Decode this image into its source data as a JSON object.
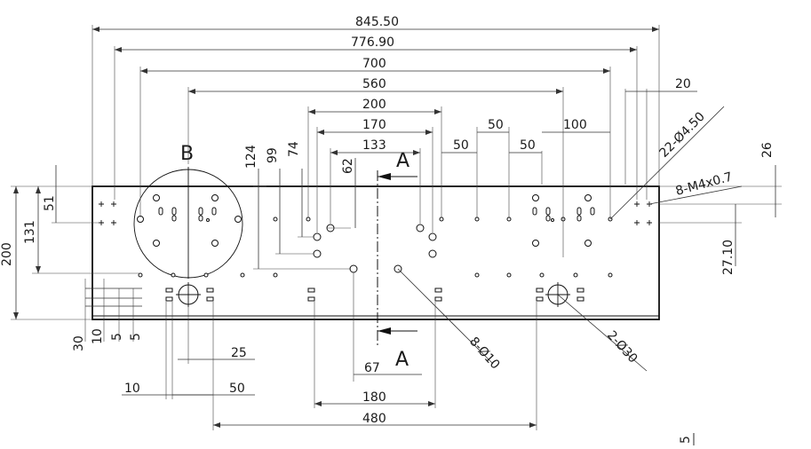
{
  "dimensions": {
    "d845": "845.50",
    "d776": "776.90",
    "d700": "700",
    "d560": "560",
    "d200": "200",
    "d170": "170",
    "d133": "133",
    "d50a": "50",
    "d50b": "50",
    "d50c": "50",
    "d100": "100",
    "d20": "20",
    "d124": "124",
    "d99": "99",
    "d74": "74",
    "d62": "62",
    "d51": "51",
    "d131": "131",
    "d200v": "200",
    "d26": "26",
    "d2710": "27.10",
    "d30": "30",
    "d10v": "10",
    "d5a": "5",
    "d5b": "5",
    "d25": "25",
    "d10h": "10",
    "d50h": "50",
    "d67": "67",
    "d180": "180",
    "d480": "480"
  },
  "callouts": {
    "holes_450": "22-Ø4.50",
    "tapped": "8-M4x0.7",
    "holes_10": "8-Ø10",
    "holes_30": "2-Ø30"
  },
  "labels": {
    "detail": "B",
    "section_top": "A",
    "section_bottom": "A",
    "corner": "5"
  }
}
